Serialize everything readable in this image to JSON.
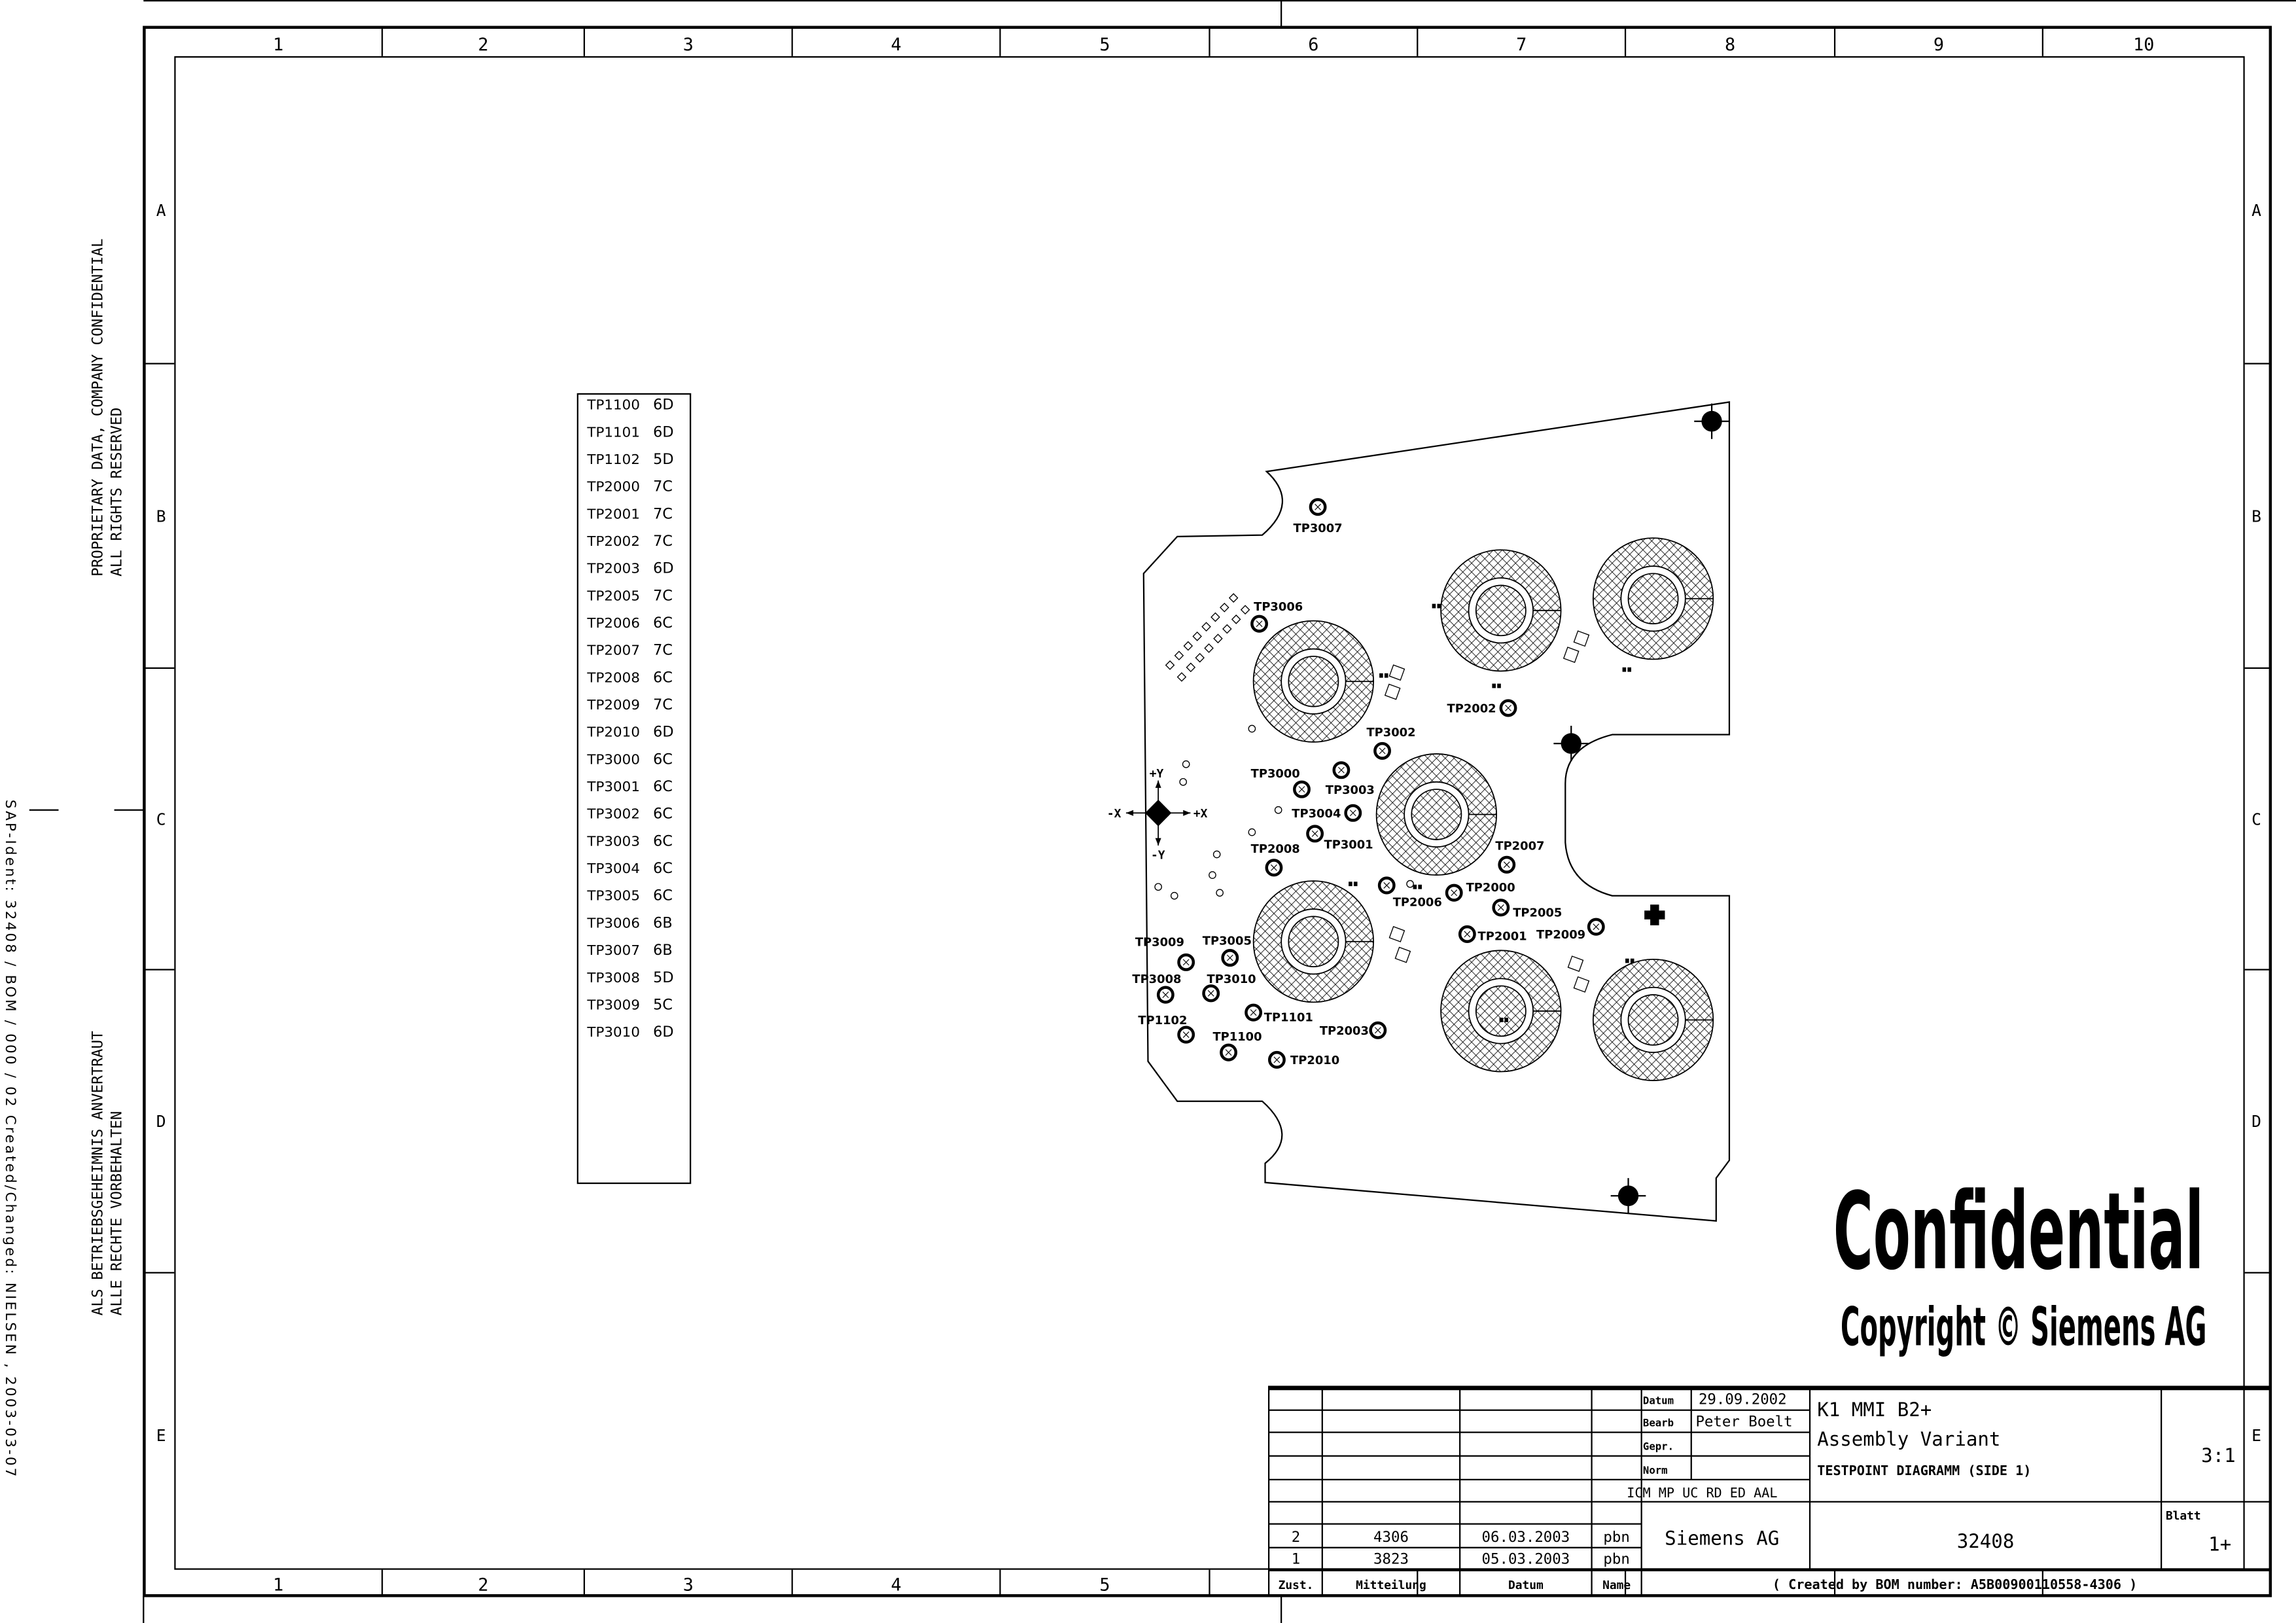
{
  "frame": {
    "columns": [
      "1",
      "2",
      "3",
      "4",
      "5",
      "6",
      "7",
      "8",
      "9",
      "10"
    ],
    "rows": [
      "A",
      "B",
      "C",
      "D",
      "E"
    ]
  },
  "side": {
    "proprietary_line1": "PROPRIETARY DATA, COMPANY CONFIDENTIAL",
    "proprietary_line2": "ALL RIGHTS RESERVED",
    "german_line1": "ALS BETRIEBSGEHEIMNIS ANVERTRAUT",
    "german_line2": "ALLE RECHTE VORBEHALTEN",
    "sap_ident": "SAP-Ident: 32408 / BOM / 000 / 02    Created/Changed: NIELSEN , 2003-03-07"
  },
  "testpoint_table": [
    {
      "tp": "TP1100",
      "grid": "6D"
    },
    {
      "tp": "TP1101",
      "grid": "6D"
    },
    {
      "tp": "TP1102",
      "grid": "5D"
    },
    {
      "tp": "TP2000",
      "grid": "7C"
    },
    {
      "tp": "TP2001",
      "grid": "7C"
    },
    {
      "tp": "TP2002",
      "grid": "7C"
    },
    {
      "tp": "TP2003",
      "grid": "6D"
    },
    {
      "tp": "TP2005",
      "grid": "7C"
    },
    {
      "tp": "TP2006",
      "grid": "6C"
    },
    {
      "tp": "TP2007",
      "grid": "7C"
    },
    {
      "tp": "TP2008",
      "grid": "6C"
    },
    {
      "tp": "TP2009",
      "grid": "7C"
    },
    {
      "tp": "TP2010",
      "grid": "6D"
    },
    {
      "tp": "TP3000",
      "grid": "6C"
    },
    {
      "tp": "TP3001",
      "grid": "6C"
    },
    {
      "tp": "TP3002",
      "grid": "6C"
    },
    {
      "tp": "TP3003",
      "grid": "6C"
    },
    {
      "tp": "TP3004",
      "grid": "6C"
    },
    {
      "tp": "TP3005",
      "grid": "6C"
    },
    {
      "tp": "TP3006",
      "grid": "6B"
    },
    {
      "tp": "TP3007",
      "grid": "6B"
    },
    {
      "tp": "TP3008",
      "grid": "5D"
    },
    {
      "tp": "TP3009",
      "grid": "5C"
    },
    {
      "tp": "TP3010",
      "grid": "6D"
    }
  ],
  "board": {
    "testpoints": [
      "TP3007",
      "TP3006",
      "TP2002",
      "TP3002",
      "TP3000",
      "TP3003",
      "TP3004",
      "TP3001",
      "TP2008",
      "TP2007",
      "TP2006",
      "TP2000",
      "TP2005",
      "TP2001",
      "TP2009",
      "TP3009",
      "TP3005",
      "TP3008",
      "TP3010",
      "TP1101",
      "TP1102",
      "TP1100",
      "TP2003",
      "TP2010"
    ],
    "axis": {
      "plus_x": "+X",
      "minus_x": "-X",
      "plus_y": "+Y",
      "minus_y": "-Y"
    }
  },
  "watermark": {
    "confidential": "Confidential",
    "copyright": "Copyright © Siemens AG"
  },
  "title_block": {
    "datum_label": "Datum",
    "datum_value": "29.09.2002",
    "bearb_label": "Bearb",
    "bearb_value": "Peter Boelt",
    "gepr_label": "Gepr.",
    "norm_label": "Norm",
    "dept_codes": "ICM MP UC RD ED AAL",
    "title1": "K1 MMI B2+",
    "title2": "Assembly Variant",
    "title3": "TESTPOINT DIAGRAMM (SIDE 1)",
    "scale": "3:1",
    "blatt_label": "Blatt",
    "blatt_value": "1+",
    "company": "Siemens AG",
    "drawing_number": "32408",
    "revisions": [
      {
        "zust": "2",
        "mitteilung": "4306",
        "datum": "06.03.2003",
        "name": "pbn"
      },
      {
        "zust": "1",
        "mitteilung": "3823",
        "datum": "05.03.2003",
        "name": "pbn"
      }
    ],
    "headers": {
      "zust": "Zust.",
      "mitteilung": "Mitteilung",
      "datum": "Datum",
      "name": "Name"
    },
    "bom_note": "( Created by BOM number: A5B00900110558-4306 )"
  }
}
